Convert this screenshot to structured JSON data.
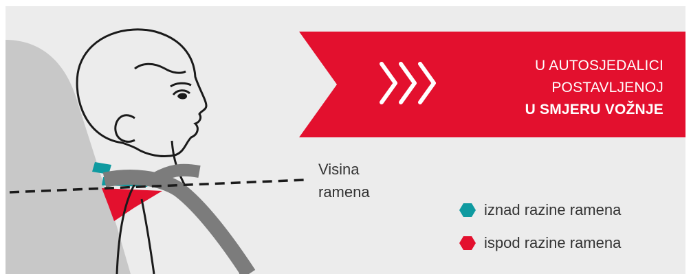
{
  "banner": {
    "line1": "U AUTOSJEDALICI",
    "line2": "POSTAVLJENOJ",
    "line3": "U SMJERU VOŽNJE",
    "color": "#e3102e",
    "chevrons_icon": "triple-chevron-right-icon"
  },
  "shoulder_height": {
    "line1": "Visina",
    "line2": "ramena"
  },
  "legend": {
    "above": {
      "label": "iznad razine ramena",
      "color": "#0f9aa0"
    },
    "below": {
      "label": "ispod razine ramena",
      "color": "#e3102e"
    }
  },
  "colors": {
    "background": "#ececec",
    "seat": "#c8c8c8",
    "belt": "#7c7c7c",
    "outline": "#1a1a1a"
  }
}
